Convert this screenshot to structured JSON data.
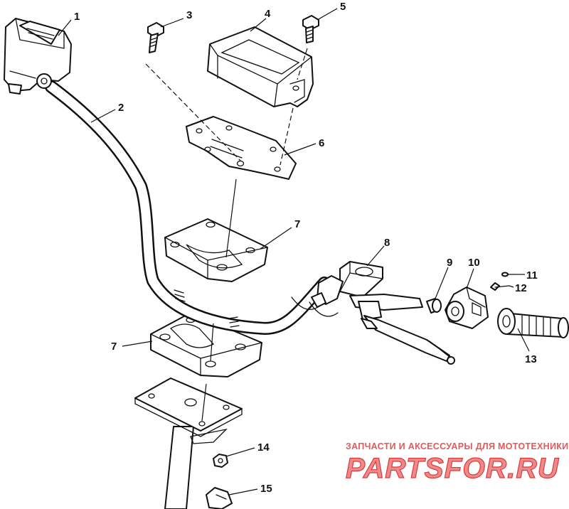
{
  "diagram": {
    "callouts": [
      "1",
      "2",
      "3",
      "4",
      "5",
      "6",
      "7",
      "7",
      "8",
      "9",
      "10",
      "11",
      "12",
      "13",
      "14",
      "15"
    ]
  },
  "watermark": {
    "line1": "ЗАПЧАСТИ И АКСЕССУАРЫ ДЛЯ МОТОТЕХНИКИ",
    "logo": "PARTSFOR.RU"
  },
  "colors": {
    "ink": "#111111",
    "watermark_text": "#e35a5a",
    "watermark_logo": "#f08a8a"
  }
}
